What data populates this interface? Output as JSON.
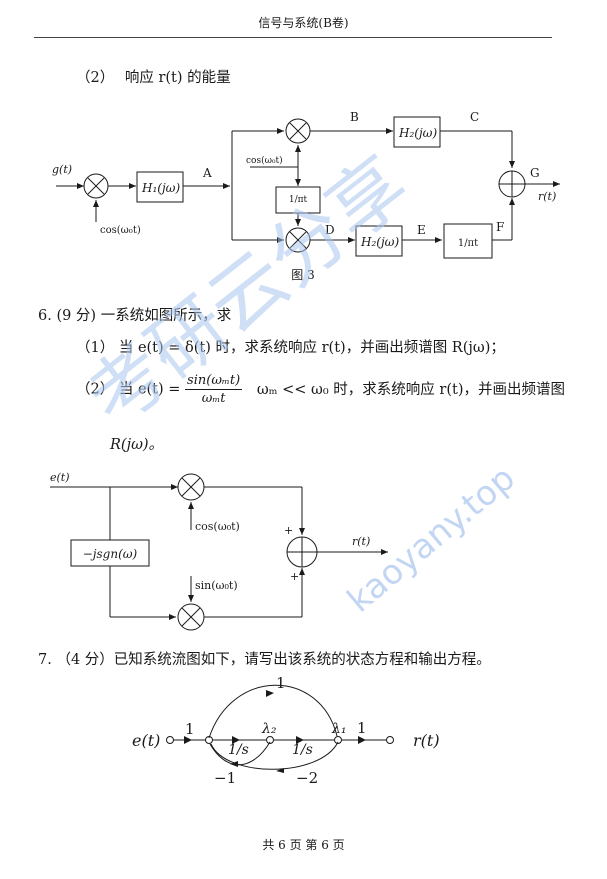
{
  "header": {
    "title": "信号与系统(B卷)"
  },
  "watermark": {
    "text1": "考研云分享",
    "text2": "kaoyany.top",
    "color": "#a9c5ee"
  },
  "q5_part2": {
    "label": "（2）",
    "text": "响应 r(t) 的能量"
  },
  "figure3": {
    "caption": "图 3",
    "g": "g(t)",
    "H1": "H₁(jω)",
    "cos_in": "cos(ω₀t)",
    "cos_top": "cos(ω₀t)",
    "H2b": "H₂(jω)",
    "H2d": "H₂(jω)",
    "hilbert": "1/πt",
    "A": "A",
    "B": "B",
    "C": "C",
    "D": "D",
    "E": "E",
    "F": "F",
    "G": "G",
    "r": "r(t)"
  },
  "q6": {
    "title": "6. (9 分) 一系统如图所示，求",
    "p1": "（1）  当 e(t) = δ(t) 时，求系统响应 r(t)，并画出频谱图 R(jω)；",
    "p2_label": "（2）  当 e(t) =",
    "p2_num": "sin(ωₘt)",
    "p2_den": "ωₘt",
    "p2_rest": "ωₘ << ω₀ 时，求系统响应 r(t)，并画出频谱图",
    "p2_tail": "R(jω)。",
    "fig": {
      "e": "e(t)",
      "cos": "cos(ω₀t)",
      "sin": "sin(ω₀t)",
      "sgn": "−jsgn(ω)",
      "plus1": "+",
      "plus2": "+",
      "r": "r(t)"
    }
  },
  "q7": {
    "title": "7.  （4 分）已知系统流图如下，请写出该系统的状态方程和输出方程。",
    "fig": {
      "e": "e(t)",
      "r": "r(t)",
      "g_in": "1",
      "g_top": "1",
      "g_int1": "1/s",
      "g_int2": "1/s",
      "lam2": "λ₂",
      "lam1": "λ₁",
      "g_out": "1",
      "fb1": "−1",
      "fb2": "−2"
    }
  },
  "footer": {
    "text": "共 6 页   第 6 页"
  }
}
